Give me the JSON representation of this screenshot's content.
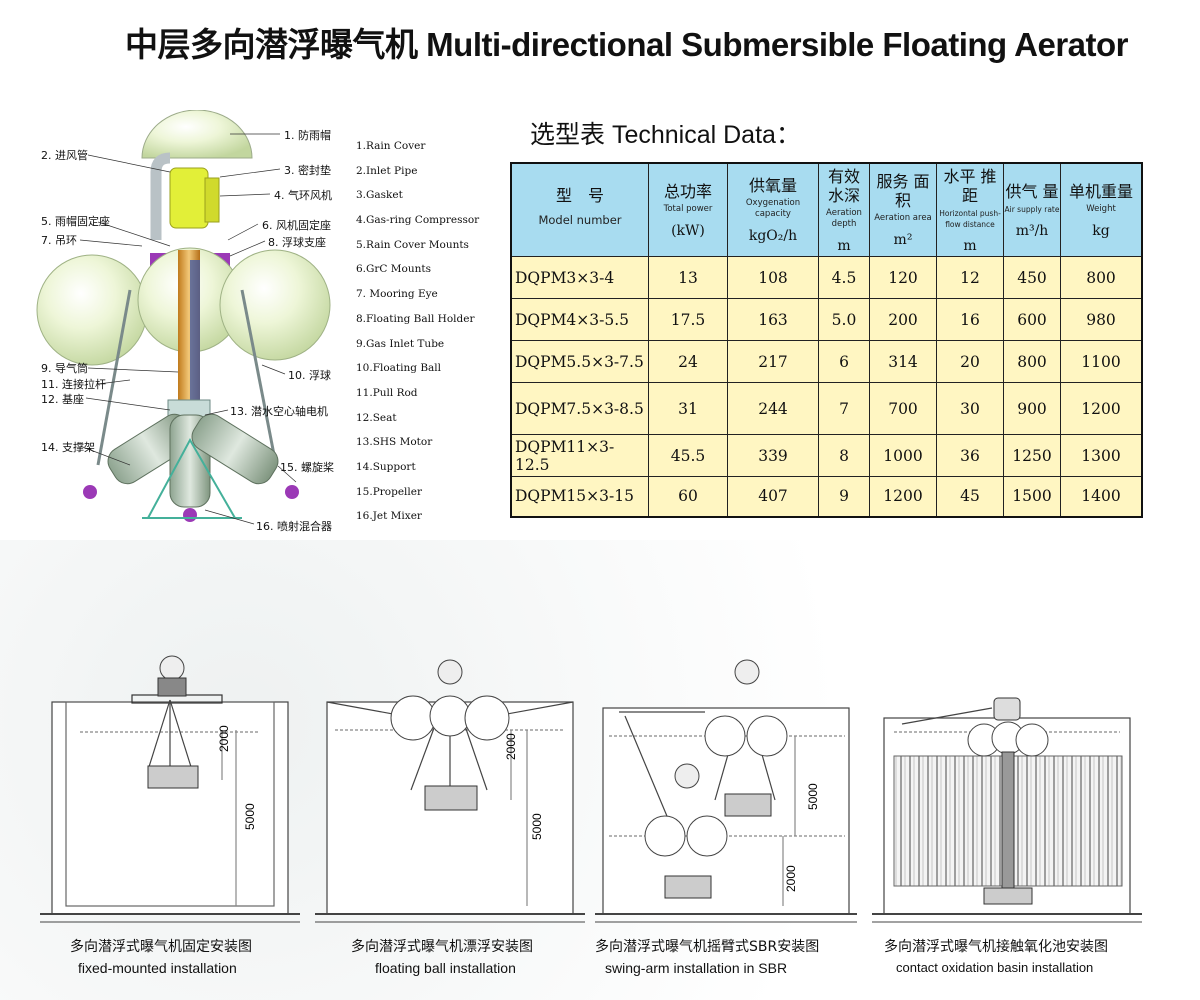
{
  "title": "中层多向潜浮曝气机 Multi-directional Submersible Floating Aerator",
  "callouts_left": [
    "2. 进风管",
    "5. 雨帽固定座",
    "7. 吊环",
    "9. 导气筒",
    "11. 连接拉杆",
    "12. 基座",
    "14. 支撑架"
  ],
  "callouts_right": [
    "1. 防雨帽",
    "3. 密封垫",
    "4. 气环风机",
    "6. 风机固定座",
    "8. 浮球支座",
    "10. 浮球",
    "13. 潜水空心轴电机",
    "15. 螺旋桨",
    "16. 喷射混合器"
  ],
  "parts": [
    "1.Rain Cover",
    "2.Inlet Pipe",
    "3.Gasket",
    "4.Gas-ring Compressor",
    "5.Rain Cover  Mounts",
    "6.GrC Mounts",
    "7. Mooring Eye",
    "8.Floating Ball Holder",
    "9.Gas Inlet Tube",
    "10.Floating Ball",
    "11.Pull Rod",
    "12.Seat",
    "13.SHS  Motor",
    "14.Support",
    "15.Propeller",
    "16.Jet Mixer"
  ],
  "tech": {
    "title": "选型表 Technical Data：",
    "headers": [
      {
        "cn": "型　号",
        "en": "Model number",
        "unit": ""
      },
      {
        "cn": "总功率",
        "en": "Total power",
        "unit": "(kW)"
      },
      {
        "cn": "供氧量",
        "en": "Oxygenation capacity",
        "unit": "kgO₂/h"
      },
      {
        "cn": "有效 水深",
        "en": "Aeration depth",
        "unit": "m"
      },
      {
        "cn": "服务 面积",
        "en": "Aeration area",
        "unit": "m²"
      },
      {
        "cn": "水平 推距",
        "en": "Horizontal push-flow distance",
        "unit": "m"
      },
      {
        "cn": "供气 量",
        "en": "Air supply rate",
        "unit": "m³/h"
      },
      {
        "cn": "单机重量",
        "en": "Weight",
        "unit": "kg"
      }
    ],
    "rows": [
      [
        "DQPM3×3-4",
        "13",
        "108",
        "4.5",
        "120",
        "12",
        "450",
        "800"
      ],
      [
        "DQPM4×3-5.5",
        "17.5",
        "163",
        "5.0",
        "200",
        "16",
        "600",
        "980"
      ],
      [
        "DQPM5.5×3-7.5",
        "24",
        "217",
        "6",
        "314",
        "20",
        "800",
        "1100"
      ],
      [
        "DQPM7.5×3-8.5",
        "31",
        "244",
        "7",
        "700",
        "30",
        "900",
        "1200"
      ],
      [
        "DQPM11×3-12.5",
        "45.5",
        "339",
        "8",
        "1000",
        "36",
        "1250",
        "1300"
      ],
      [
        "DQPM15×3-15",
        "60",
        "407",
        "9",
        "1200",
        "45",
        "1500",
        "1400"
      ]
    ]
  },
  "installations": [
    {
      "cn": "多向潜浮式曝气机固定安装图",
      "en": "fixed-mounted installation",
      "dims": [
        "2000",
        "5000"
      ]
    },
    {
      "cn": "多向潜浮式曝气机漂浮安装图",
      "en": "floating ball installation",
      "dims": [
        "2000",
        "5000"
      ]
    },
    {
      "cn": "多向潜浮式曝气机摇臂式SBR安装图",
      "en": "swing-arm installation in SBR",
      "dims": [
        "5000",
        "2000"
      ]
    },
    {
      "cn": "多向潜浮式曝气机接触氧化池安装图",
      "en": "contact oxidation basin installation",
      "dims": []
    }
  ],
  "colors": {
    "header_bg": "#a8dcf0",
    "row_bg": "#fff6c2",
    "ball": "#e6f3c8",
    "motor": "#b4c4b4",
    "tube": "#e4a842",
    "fan": "#e2ef38",
    "mount": "#9b39b6"
  }
}
